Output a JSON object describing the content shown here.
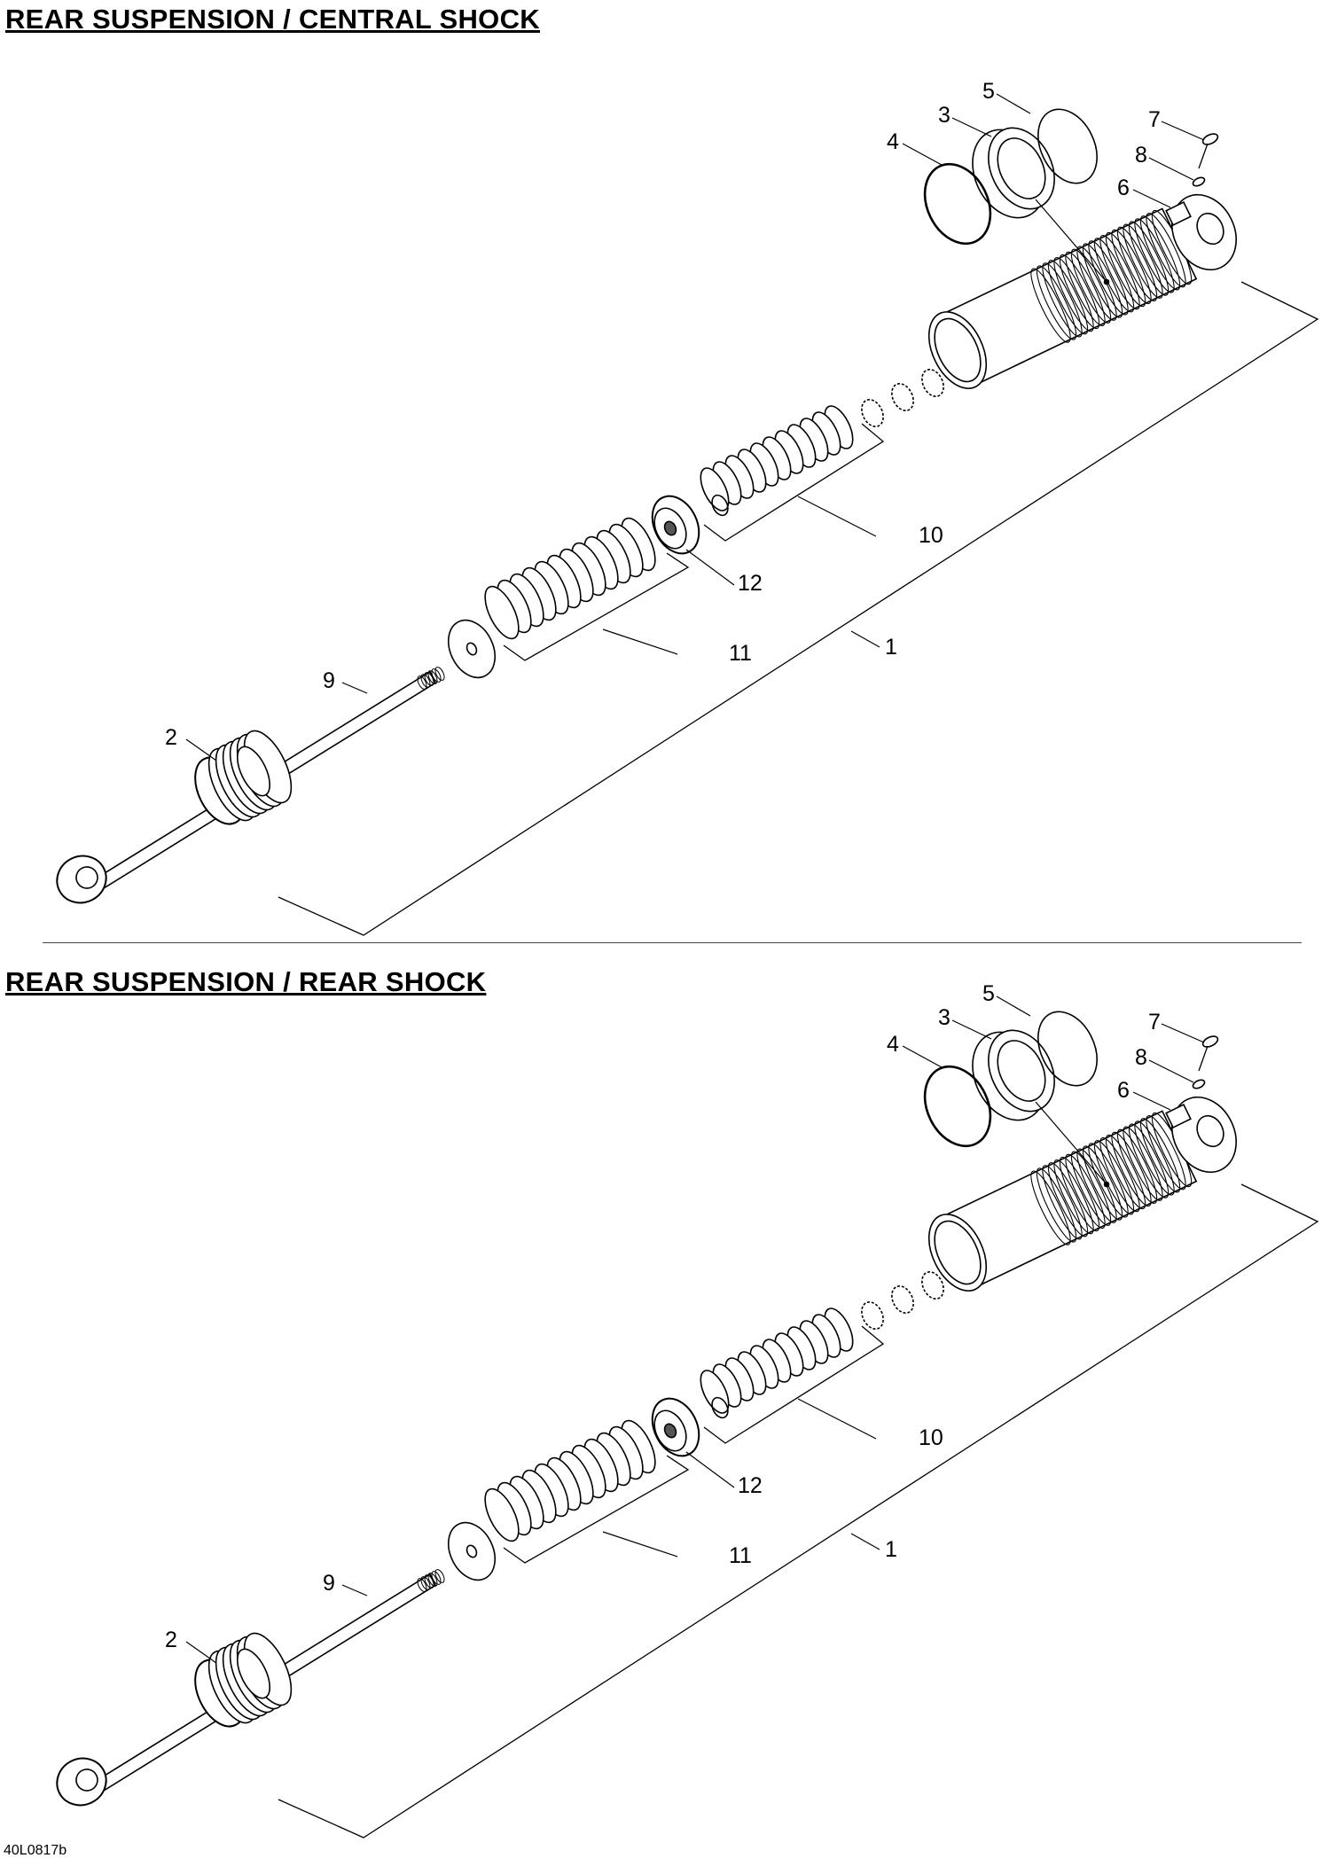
{
  "sections": [
    {
      "title": "REAR SUSPENSION / CENTRAL SHOCK",
      "callouts": [
        "1",
        "2",
        "3",
        "4",
        "5",
        "6",
        "7",
        "8",
        "9",
        "10",
        "11",
        "12"
      ]
    },
    {
      "title": "REAR SUSPENSION / REAR SHOCK",
      "callouts": [
        "1",
        "2",
        "3",
        "4",
        "5",
        "6",
        "7",
        "8",
        "9",
        "10",
        "11",
        "12"
      ]
    }
  ],
  "figure_code": "40L0817b"
}
